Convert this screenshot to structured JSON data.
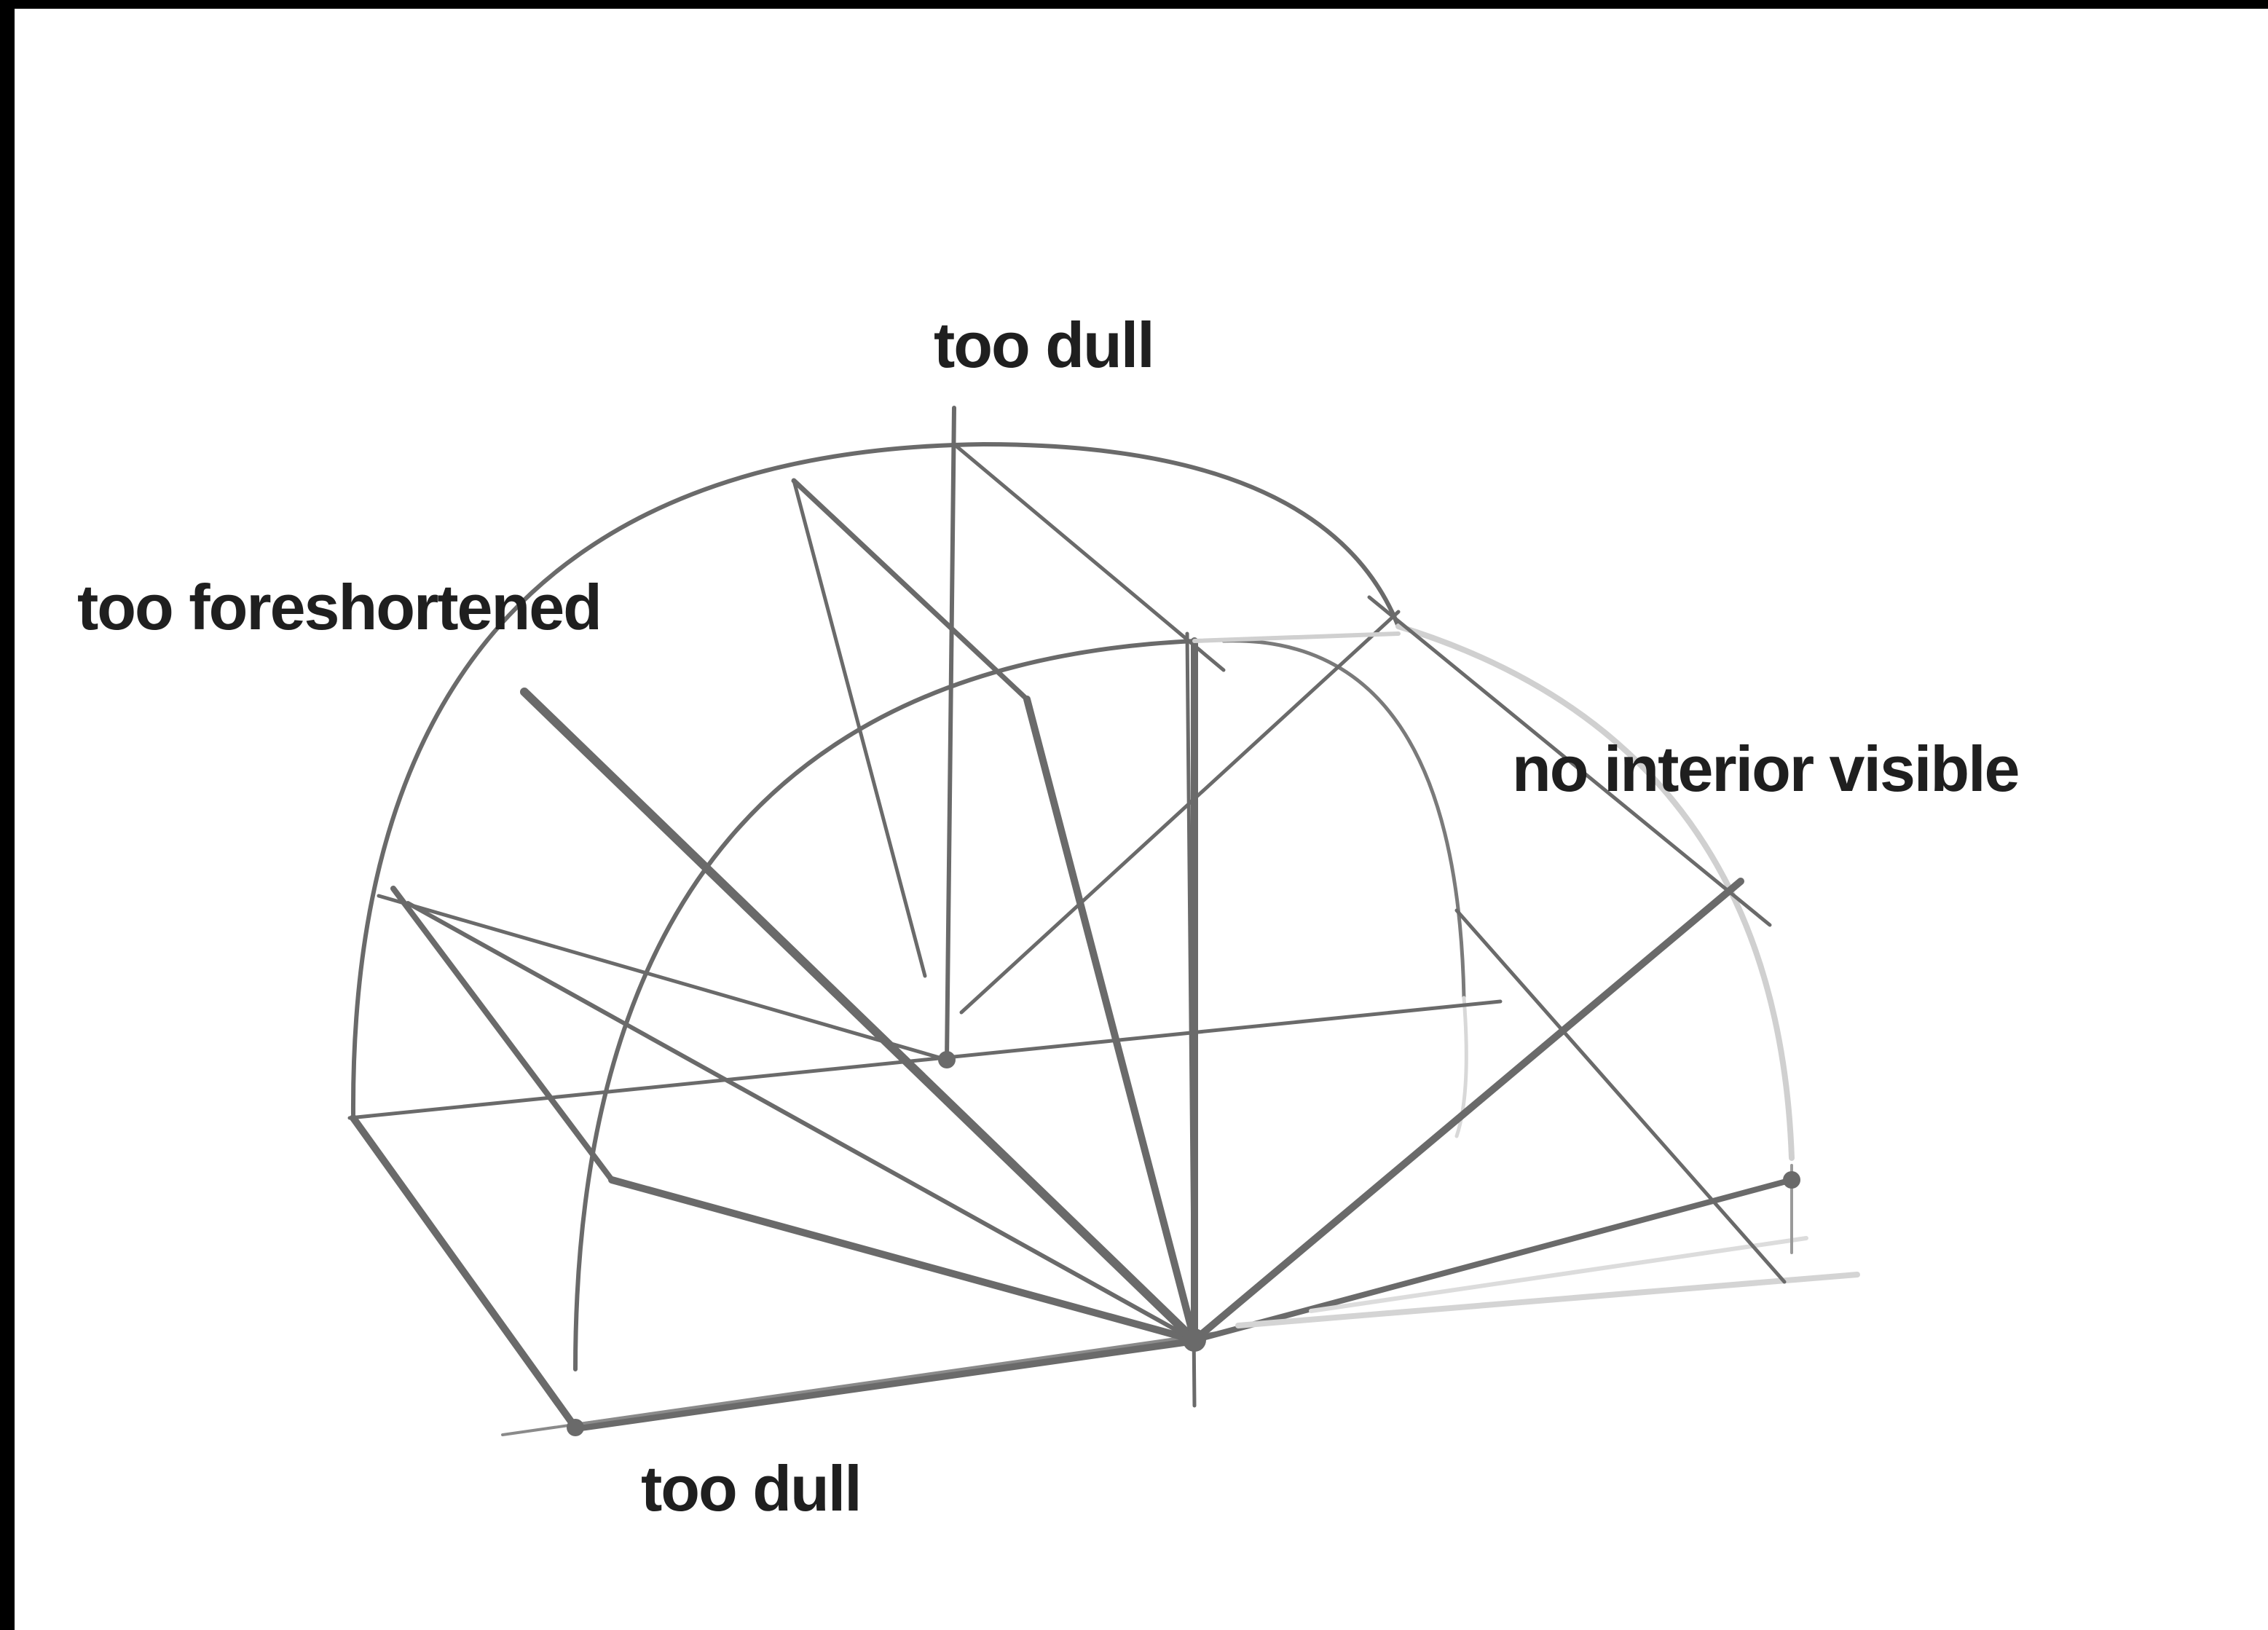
{
  "labels": {
    "top": "too dull",
    "left": "too foreshortened",
    "right": "no interior visible",
    "bottom": "too dull"
  },
  "colors": {
    "frame": "#000000",
    "paper": "#ffffff",
    "ink": "#6a6a6a",
    "ink_faint": "#cfcfcf",
    "text": "#1f1f1f"
  }
}
